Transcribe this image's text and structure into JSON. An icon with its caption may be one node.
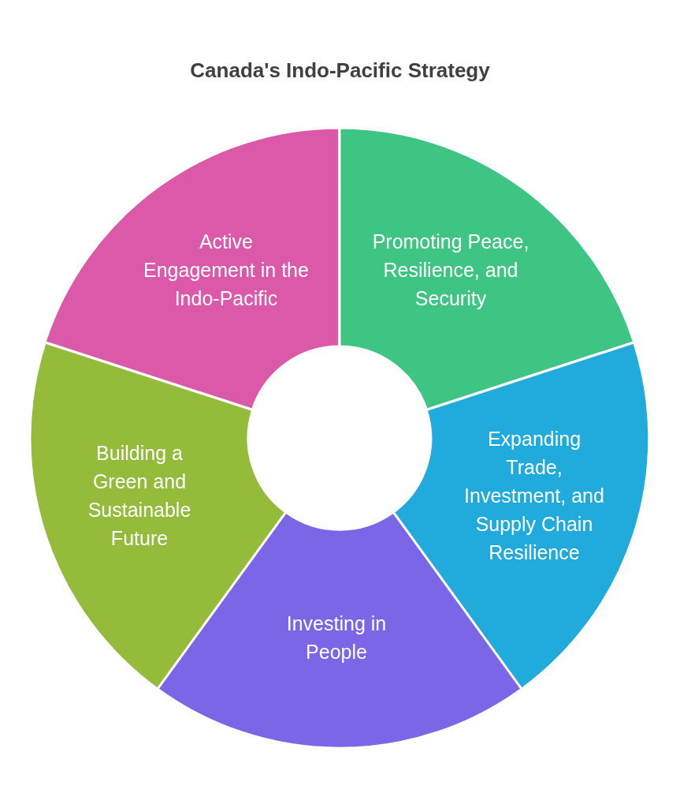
{
  "diagram": {
    "title": "Canada's Indo-Pacific Strategy",
    "nodes": [
      {
        "text": [
          "Active Engagement in the Indo-Pacific"
        ]
      },
      {
        "text": [
          "Promoting Peace, Resilience, and Security"
        ]
      },
      {
        "text": [
          "Building a Green and Sustainable Future"
        ]
      },
      {
        "text": [
          "Expanding Trade, Investment, and Supply Chain Resilience"
        ]
      },
      {
        "text": [
          "Investing in People"
        ]
      }
    ],
    "edges": []
  }
}
